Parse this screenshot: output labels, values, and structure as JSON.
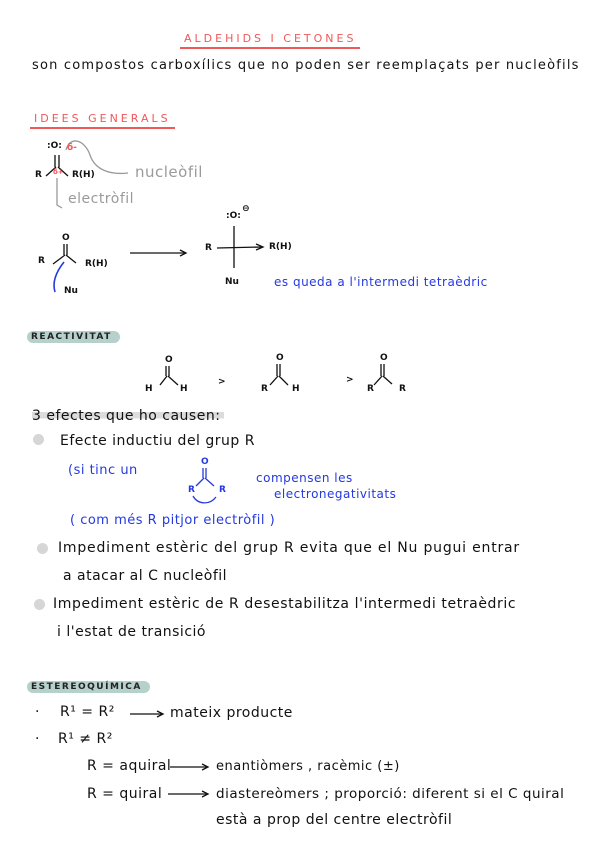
{
  "title": "ALDEHIDS I CETONES",
  "intro": "son compostos carboxílics que no poden ser reemplaçats per nucleòfils",
  "idees_generals": {
    "heading": "IDEES GENERALS",
    "carbonyl": {
      "O": ":O:",
      "delta_minus": "δ-",
      "delta_plus": "δ+",
      "R": "R",
      "RH": "R(H)"
    },
    "nucleophile_label": "nucleòfil",
    "electrophile_label": "electròfil",
    "reaction": {
      "O": "O",
      "R": "R",
      "RH": "R(H)",
      "Nu": "Nu",
      "product_O": ":O:",
      "charge": "⊖",
      "product_R": "R",
      "product_RH": "R(H)",
      "product_Nu": "Nu"
    },
    "note": "es queda a l'intermedi tetraèdric"
  },
  "reactivitat": {
    "heading": "REACTIVITAT",
    "molecules": [
      {
        "top": "O",
        "left": "H",
        "right": "H"
      },
      {
        "top": "O",
        "left": "R",
        "right": "H"
      },
      {
        "top": "O",
        "left": "R",
        "right": "R"
      }
    ],
    "gt": ">",
    "effects_intro": "3 efectes que ho causen:",
    "effect1": "Efecte inductiu del grup R",
    "effect1_note_a": "(si tinc un",
    "effect1_mol": {
      "O": "O",
      "R1": "R",
      "R2": "R"
    },
    "effect1_note_b1": "compensen les",
    "effect1_note_b2": "electronegativitats",
    "effect1_note_c": "( com més R pitjor electròfil )",
    "effect2_line1": "Impediment estèric del grup R evita que el Nu pugui entrar",
    "effect2_line2": "a atacar al C nucleòfil",
    "effect3_line1": "Impediment estèric de R desestabilitza l'intermedi tetraèdric",
    "effect3_line2": "i l'estat de transició"
  },
  "estereoquimica": {
    "heading": "ESTEREOQUÍMICA",
    "case1_lhs": "R¹ = R²",
    "case1_rhs": "mateix producte",
    "case2": "R¹ ≠ R²",
    "aquiral_lhs": "R = aquiral",
    "aquiral_rhs": "enantiòmers , racèmic  (±)",
    "quiral_lhs": "R = quiral",
    "quiral_rhs1": "diastereòmers ; proporció: diferent si el C quiral",
    "quiral_rhs2": "està a prop del centre electròfil"
  },
  "colors": {
    "heading_red": "#f0585a",
    "ink_blue": "#2439e0",
    "pill_teal": "#b6d0cc",
    "gray": "#9a9a9a"
  }
}
